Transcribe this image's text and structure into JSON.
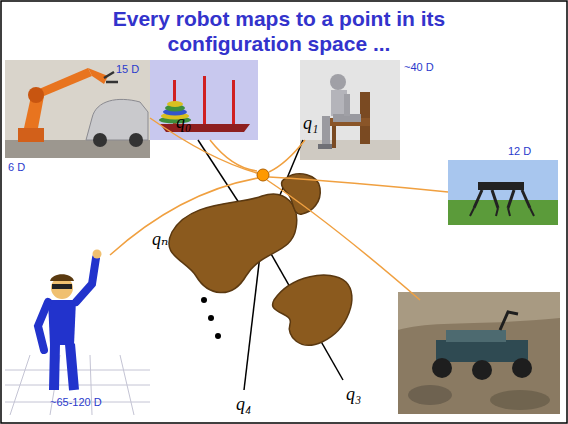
{
  "diagram": {
    "title": "Every robot maps to a point in its configuration space ...",
    "labels": [
      "15 D",
      "~40 D",
      "6 D",
      "q₀",
      "q₁",
      "12 D",
      "qₙ",
      "q₃",
      "q₄",
      "~65-120 D"
    ]
  }
}
